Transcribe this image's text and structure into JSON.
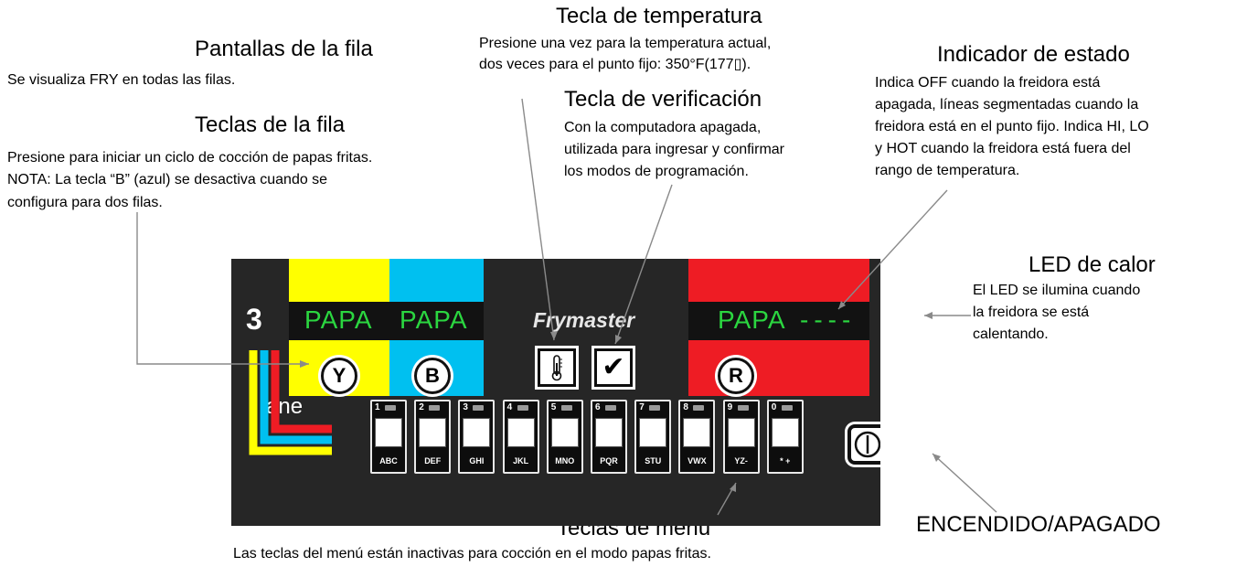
{
  "annotations": {
    "row_displays": {
      "title": "Pantallas de la fila",
      "desc": "Se visualiza FRY en todas las filas."
    },
    "row_keys": {
      "title": "Teclas de la fila",
      "desc": "Presione para iniciar un ciclo de cocción de papas fritas.",
      "note_line1": "NOTA: La tecla “B” (azul) se desactiva cuando se",
      "note_line2": "configura para dos filas."
    },
    "temp_key": {
      "title": "Tecla de temperatura",
      "line1": "Presione una vez para la temperatura actual,",
      "line2": "dos veces para el punto fijo: 350°F(177▯)."
    },
    "check_key": {
      "title": "Tecla de verificación",
      "line1": "Con la computadora apagada,",
      "line2": "utilizada para ingresar y confirmar",
      "line3": "los modos de programación."
    },
    "status": {
      "title": "Indicador de estado",
      "line1": "Indica OFF cuando la freidora está",
      "line2": "apagada, líneas segmentadas cuando la",
      "line3": "freidora está en el punto fijo. Indica HI, LO",
      "line4": "y HOT cuando la freidora está fuera del",
      "line5": "rango de temperatura."
    },
    "heat_led": {
      "title": "LED de calor",
      "line1": "El LED se ilumina cuando",
      "line2": "la freidora se está",
      "line3": "calentando."
    },
    "menu_keys": {
      "title": "Teclas de menú",
      "desc": "Las teclas del menú están inactivas para cocción en el modo papas fritas."
    },
    "power": {
      "title": "ENCENDIDO/APAGADO"
    }
  },
  "panel": {
    "brand": "Frymaster",
    "lane_number": "3",
    "lane_word": "ane",
    "display_left_1": "PAPA",
    "display_left_2": "PAPA",
    "display_right": "PAPA",
    "display_status": "----",
    "key_y": "Y",
    "key_b": "B",
    "key_r": "R",
    "check_symbol": "✔",
    "colors": {
      "yellow": "#ffff00",
      "blue": "#00c0f0",
      "red": "#ee1c24",
      "panel": "#262626",
      "digits": "#2bd640"
    },
    "menu_keys": [
      {
        "num": "1",
        "letters": "ABC"
      },
      {
        "num": "2",
        "letters": "DEF"
      },
      {
        "num": "3",
        "letters": "GHI"
      },
      {
        "num": "4",
        "letters": "JKL"
      },
      {
        "num": "5",
        "letters": "MNO"
      },
      {
        "num": "6",
        "letters": "PQR"
      },
      {
        "num": "7",
        "letters": "STU"
      },
      {
        "num": "8",
        "letters": "VWX"
      },
      {
        "num": "9",
        "letters": "YZ-"
      },
      {
        "num": "0",
        "letters": "* +"
      }
    ]
  }
}
